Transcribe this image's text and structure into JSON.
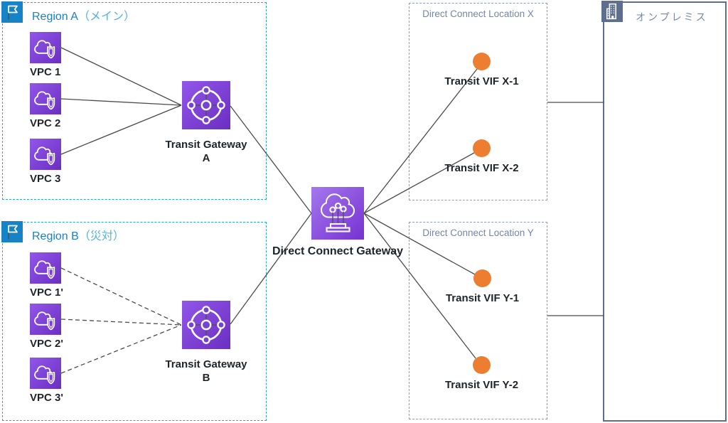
{
  "regions": {
    "region_a": {
      "title": "Region A",
      "title_suffix": "（メイン）",
      "vpcs": [
        {
          "label": "VPC 1"
        },
        {
          "label": "VPC 2"
        },
        {
          "label": "VPC 3"
        }
      ],
      "gateway": {
        "line1": "Transit Gateway",
        "line2": "A"
      }
    },
    "region_b": {
      "title": "Region B",
      "title_suffix": "（災対）",
      "vpcs": [
        {
          "label": "VPC 1'"
        },
        {
          "label": "VPC 2'"
        },
        {
          "label": "VPC 3'"
        }
      ],
      "gateway": {
        "line1": "Transit Gateway",
        "line2": "B"
      }
    }
  },
  "direct_connect_gateway": {
    "label": "Direct Connect Gateway"
  },
  "locations": {
    "location_x": {
      "title": "Direct Connect Location X",
      "vifs": [
        {
          "label": "Transit VIF X-1"
        },
        {
          "label": "Transit VIF X-2"
        }
      ]
    },
    "location_y": {
      "title": "Direct Connect Location Y",
      "vifs": [
        {
          "label": "Transit VIF Y-1"
        },
        {
          "label": "Transit VIF Y-2"
        }
      ]
    }
  },
  "onprem": {
    "title": "オンプレミス"
  },
  "connections": [
    {
      "from": "VPC 1",
      "to": "Transit Gateway A",
      "style": "solid"
    },
    {
      "from": "VPC 2",
      "to": "Transit Gateway A",
      "style": "solid"
    },
    {
      "from": "VPC 3",
      "to": "Transit Gateway A",
      "style": "solid"
    },
    {
      "from": "VPC 1'",
      "to": "Transit Gateway B",
      "style": "dashed"
    },
    {
      "from": "VPC 2'",
      "to": "Transit Gateway B",
      "style": "dashed"
    },
    {
      "from": "VPC 3'",
      "to": "Transit Gateway B",
      "style": "dashed"
    },
    {
      "from": "Transit Gateway A",
      "to": "Direct Connect Gateway",
      "style": "solid"
    },
    {
      "from": "Transit Gateway B",
      "to": "Direct Connect Gateway",
      "style": "solid"
    },
    {
      "from": "Direct Connect Gateway",
      "to": "Transit VIF X-1",
      "style": "solid"
    },
    {
      "from": "Direct Connect Gateway",
      "to": "Transit VIF X-2",
      "style": "solid"
    },
    {
      "from": "Direct Connect Gateway",
      "to": "Transit VIF Y-1",
      "style": "solid"
    },
    {
      "from": "Direct Connect Gateway",
      "to": "Transit VIF Y-2",
      "style": "solid"
    },
    {
      "from": "Direct Connect Location X",
      "to": "オンプレミス",
      "style": "solid"
    },
    {
      "from": "Direct Connect Location Y",
      "to": "オンプレミス",
      "style": "solid"
    }
  ],
  "icons": {
    "region": "flag-icon",
    "vpc": "vpc-cloud-shield-icon",
    "transit_gateway": "transit-gateway-icon",
    "direct_connect_gateway": "direct-connect-gateway-icon",
    "vif": "vif-orange-dot",
    "onprem": "building-icon"
  },
  "colors": {
    "region_border": "#2BA2DB",
    "region_title": "#1B80C4",
    "region_title_suffix": "#55B2E2",
    "flag_bg": "#1583C5",
    "aws_purple_light": "#9157E9",
    "aws_purple_dark": "#6B2EC2",
    "dcg_purple_light": "#A478EC",
    "dcg_purple_dark": "#7731D3",
    "vif_orange": "#EC7D31",
    "location_border": "#8E9DBB",
    "location_title": "#7486A8",
    "onprem_border": "#5D6E90",
    "label_text": "#1E242B",
    "connector": "#4C4C4C"
  }
}
